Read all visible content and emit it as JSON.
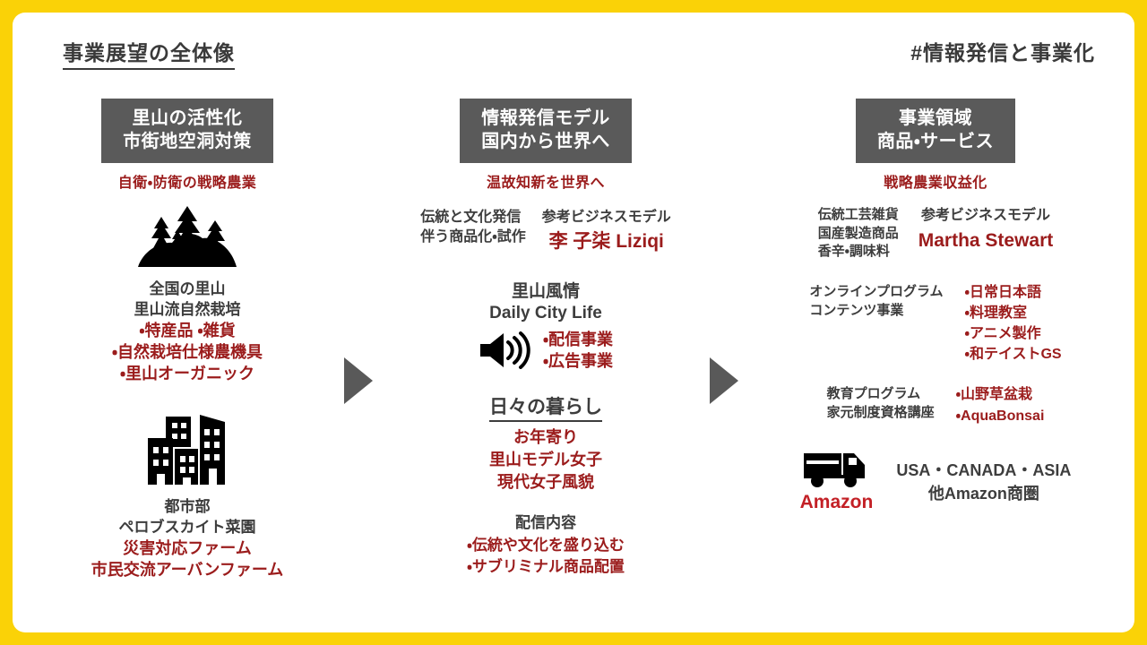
{
  "header": {
    "title": "事業展望の全体像",
    "tag": "#情報発信と事業化"
  },
  "colors": {
    "frame": "#FAD207",
    "header_box": "#5a5a5a",
    "accent_red": "#9B1C1C",
    "dark_text": "#3d3d3d",
    "arrow": "#595959",
    "amazon_red": "#C32026"
  },
  "columns": [
    {
      "id": "satoyama",
      "head": "里山の活性化\n市街地空洞対策",
      "sub": "自衛・防衛の戦略農業",
      "icon_top": "forest-trees-icon",
      "rural": {
        "dark": "全国の里山\n里山流自然栽培",
        "red": "・特産品 ・雑貨\n・自然栽培仕様農機具\n・里山オーガニック"
      },
      "icon_bottom": "city-buildings-icon",
      "urban": {
        "dark": "都市部\nペロブスカイト菜園",
        "red": "災害対応ファーム\n市民交流アーバンファーム"
      }
    },
    {
      "id": "model",
      "head": "情報発信モデル\n国内から世界へ",
      "sub": "温故知新を世界へ",
      "tradition": {
        "left": "伝統と文化発信\n伴う商品化・試作",
        "right_label": "参考ビジネスモデル",
        "right_value": "李 子柒  Liziqi"
      },
      "daily": {
        "title_jp": "里山風情",
        "title_en": "Daily City Life",
        "icon": "speaker-icon",
        "items": "・配信事業\n・広告事業"
      },
      "life": {
        "title": "日々の暮らし",
        "items": "お年寄り\n里山モデル女子\n現代女子風貌"
      },
      "content": {
        "title": "配信内容",
        "items": "・伝統や文化を盛り込む\n・サブリミナル商品配置"
      }
    },
    {
      "id": "business",
      "head": "事業領域\n商品・サービス",
      "sub": "戦略農業収益化",
      "goods": {
        "left": "伝統工芸雑貨\n国産製造商品\n香辛・調味料",
        "right_label": "参考ビジネスモデル",
        "right_value": "Martha Stewart"
      },
      "online": {
        "left": "オンラインプログラム\nコンテンツ事業",
        "right": "・日常日本語\n・料理教室\n・アニメ製作\n・和テイストGS"
      },
      "education": {
        "left": "教育プログラム\n家元制度資格講座",
        "right": "・山野草盆栽\n・AquaBonsai"
      },
      "distribution": {
        "icon": "delivery-truck-icon",
        "brand": "Amazon",
        "markets": "USA・CANADA・ASIA\n他Amazon商圏"
      }
    }
  ],
  "arrows": [
    {
      "name": "arrow-col1-to-col2"
    },
    {
      "name": "arrow-col2-to-col3"
    }
  ]
}
